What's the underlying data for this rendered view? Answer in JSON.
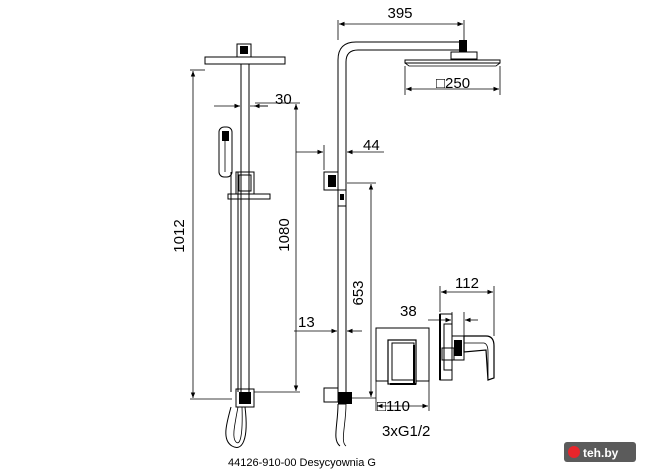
{
  "dimensions": {
    "head_offset": "395",
    "head_size": "□250",
    "slide_offset": "30",
    "arm_offset": "44",
    "total_height": "1012",
    "bar_height": "1080",
    "outlet_height": "653",
    "outlet_offset": "13",
    "valve_offset": "38",
    "valve_depth": "112",
    "plate_size": "□110",
    "connections": "3xG1/2"
  },
  "caption": "44126-910-00 Desycyownia G",
  "watermark": {
    "text": "teh.by",
    "colors": {
      "background": "#5b5b5b",
      "dot": "#e8252b"
    }
  }
}
